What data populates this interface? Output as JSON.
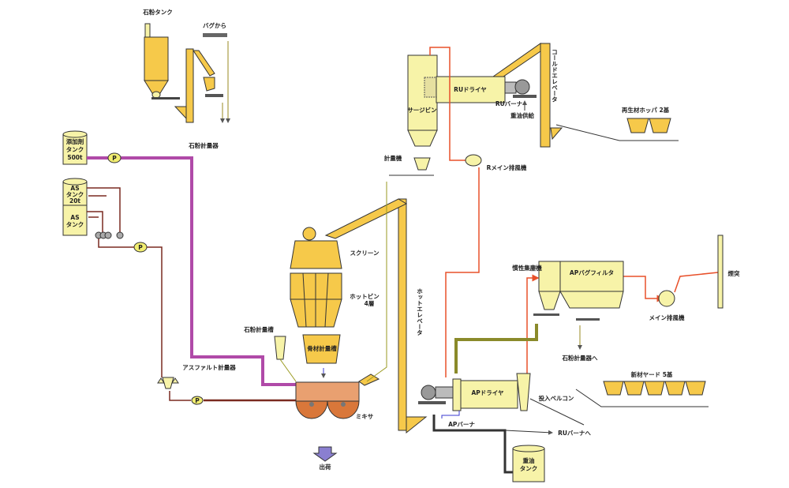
{
  "labels": {
    "filler_tank": "石粉タンク",
    "from_bag": "バグから",
    "filler_meter": "石粉計量器",
    "additive_tank": [
      "添加剤",
      "タンク",
      "500t"
    ],
    "as_tank_20t": [
      "AS",
      "タンク",
      "20t"
    ],
    "as_tank": [
      "AS",
      "タンク"
    ],
    "asphalt_meter": "アスファルト計量器",
    "surge_bin": "サージビン",
    "ru_dryer": "RUドライヤ",
    "ru_burner": "RUバーナ",
    "heavy_oil_supply": "重油供給",
    "cold_elevator": "コールドエレベータ",
    "recycled_hopper": "再生材ホッパ 2基",
    "weigher": "計量機",
    "r_main_fan": "Rメイン排風機",
    "screen": "スクリーン",
    "hot_bin": [
      "ホットビン",
      "4層"
    ],
    "filler_weigh_hopper": "石粉計量槽",
    "aggregate_weigh_hopper": "骨材計量槽",
    "mixer": "ミキサ",
    "shipping": "出荷",
    "hot_elevator": "ホットエレベータ",
    "inertial_collector": "慣性集塵機",
    "ap_bag_filter": "APバグフィルタ",
    "main_fan": "メイン排風機",
    "chimney": "煙突",
    "to_filler_meter": "石粉計量器へ",
    "virgin_yard": "新材ヤード 5基",
    "feed_belt_conveyor": "投入ベルコン",
    "ap_dryer": "APドライヤ",
    "ap_burner": "APバーナ",
    "to_ru_burner": "RUバーナへ",
    "heavy_oil_tank": [
      "重油",
      "タンク"
    ],
    "pump": "P"
  },
  "colors": {
    "equipment": "#f6c94a",
    "pale_equipment": "#f7f3a8",
    "additive_line": "#b04aa8",
    "asphalt_line": "#7a2a20",
    "hot_gas_line": "#e8502a",
    "dust_duct": "#8a8a2a",
    "fuel_line": "#333333",
    "mixer": "#d9773a",
    "shipping_arrow": "#8a7fd0"
  }
}
